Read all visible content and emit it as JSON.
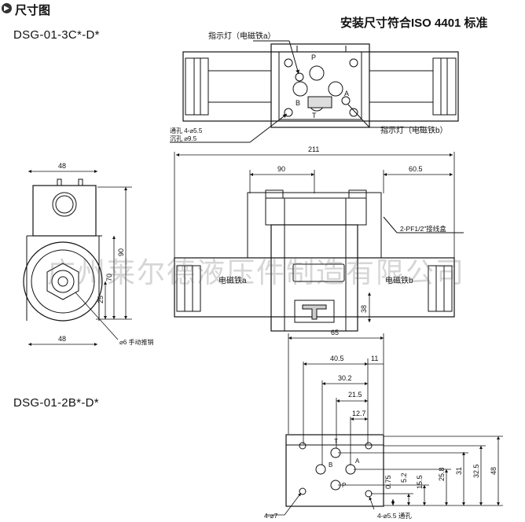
{
  "header": {
    "title": "尺寸图",
    "standard_note": "安装尺寸符合ISO 4401 标准"
  },
  "models": {
    "model_a": "DSG-01-3C*-D*",
    "model_b": "DSG-01-2B*-D*"
  },
  "callouts": {
    "indicator_a": "指示灯（电磁铁a）",
    "indicator_b": "指示灯（电磁铁b）",
    "through_hole": "通孔  4-⌀5.5",
    "counterbore": "沉孔  ⌀9.5",
    "junction_box": "2-PF1/2\"接线盒",
    "solenoid_a": "电磁铁a",
    "solenoid_b": "电磁铁b",
    "manual_push": "⌀6 手动推销",
    "bottom_left": "4-⌀7",
    "bottom_right": "4-⌀5.5 通孔"
  },
  "ports": {
    "p": "P",
    "t": "T",
    "a": "A",
    "b": "B"
  },
  "dimensions": {
    "overall_length": "211",
    "left_to_center": "90",
    "right_end": "60.5",
    "side_width_top": "48",
    "side_width_bottom": "48",
    "side_height": "90",
    "side_height_inner": "70",
    "side_center": "25",
    "front_height": "38",
    "base_width": "65",
    "hole_40_5": "40.5",
    "hole_11": "11",
    "hole_30_2": "30.2",
    "hole_21_5": "21.5",
    "hole_12_7": "12.7",
    "v_0_75": "0.75",
    "v_5_2": "5.2",
    "v_15_5": "15.5",
    "v_25_8": "25.8",
    "v_31": "31",
    "v_32_5": "32.5",
    "v_48": "48"
  },
  "watermark": "广州莱尔德液压件制造有限公司"
}
